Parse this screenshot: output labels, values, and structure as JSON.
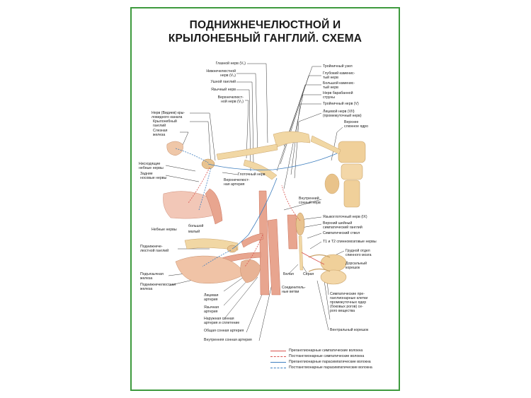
{
  "title": {
    "line1": "ПОДНИЖНЕЧЕЛЮСТНОЙ И",
    "line2": "КРЫЛОНЕБНЫЙ ГАНГЛИЙ. СХЕМА"
  },
  "labels": {
    "top_center": [
      "Глазной нерв (V₁)",
      "Нижнечелюстной\nнерв (V₃)",
      "Ушной ганглий",
      "Язычный нерв",
      "Верхнечелюст-\nной нерв (V₂)"
    ],
    "top_right": [
      "Тройничный узел",
      "Глубокий каменис-\nтый нерв",
      "Большой каменис-\nтый нерв",
      "Нерв барабанной\nструны",
      "Тройничный нерв (V)",
      "Лицевой нерв (VII)\n(промежуточный нерв)",
      "Верхнее\nслюнное ядро"
    ],
    "left_upper": [
      "Нерв (Видиев) кры-\nловидного канала",
      "Крылонебный\nганглий",
      "Слезная\nжелеза"
    ],
    "left_mid": [
      "Нисходящие\nнебные нервы",
      "Задние\nносовые нервы"
    ],
    "center_mid": [
      "Глоточный нерв",
      "Верхнечелюст-\nная артерия"
    ],
    "right_mid": [
      "Внутренний\nсонный нерв",
      "Языкоглоточный нерв (IX)",
      "Верхний шейный\nсимпатический ганглий",
      "Симпатический ствол",
      "T1 и T2 спинномозговые нервы",
      "Грудной отдел\nспинного мозга",
      "Дорсальный\nкорешок"
    ],
    "palatine": {
      "nerves": "Небные нервы",
      "greater": "большой",
      "lesser": "малый"
    },
    "left_lower": [
      "Поднижнече-\nлюстной ганглий",
      "Подъязычная\nжелеза",
      "Поднижнечелюстная\nжелеза"
    ],
    "bottom_center": [
      "Лицевая\nартерия",
      "Язычная\nартерия",
      "Наружная сонная\nартерия и сплетение",
      "Общая сонная артерия",
      "Внутренняя сонная артерия"
    ],
    "bottom_right": {
      "white": "Белая",
      "gray": "Серая",
      "rami": "Соединитель-\nные ветви",
      "sympathetic_cells": "Симпатические пре-\nганглионарные клетки\nпромежуточных ядер\n(боковых рогов) се-\nрого вещества",
      "ventral_root": "Вентральный корешок"
    }
  },
  "legend": [
    {
      "text": "Преганглионарные симпатические волокна",
      "color": "#d9534f",
      "style": "solid"
    },
    {
      "text": "Постганглионарные симпатические волокна",
      "color": "#d9534f",
      "style": "dashed"
    },
    {
      "text": "Преганглионарные парасимпатические волокна",
      "color": "#3f7fbf",
      "style": "solid"
    },
    {
      "text": "Постганглионарные парасимпатические волокна",
      "color": "#3f7fbf",
      "style": "dashed"
    }
  ],
  "colors": {
    "frame": "#3d9a3d",
    "nerve": "#f1d7a4",
    "artery": "#e8a58f",
    "gland": "#efc7a8",
    "spine": "#f0d09a"
  }
}
